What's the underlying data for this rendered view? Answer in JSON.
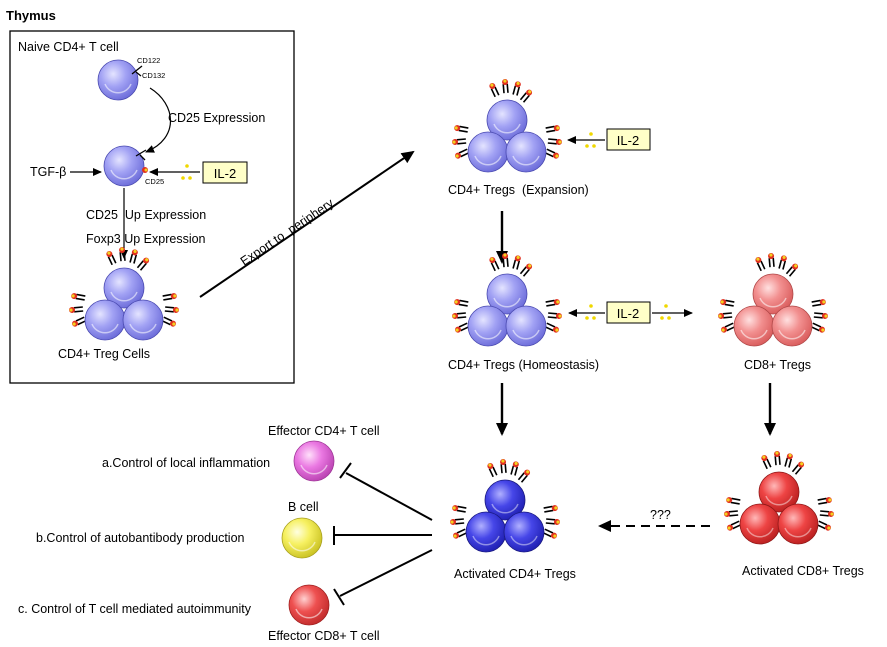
{
  "title": "Thymus",
  "thymus_box": {
    "naive_label": "Naive CD4+ T cell",
    "cd122": "CD122",
    "cd132": "CD132",
    "cd25_expression": "CD25 Expression",
    "tgf_beta": "TGF-β",
    "cd25": "CD25",
    "il2": "IL-2",
    "cd25_up": "CD25  Up Expression",
    "foxp3_up": "Foxp3 Up Expression",
    "treg_cells": "CD4+ Treg Cells"
  },
  "export_label": "Export to  periphery",
  "periphery": {
    "expansion_label": "CD4+ Tregs  (Expansion)",
    "il2_top": "IL-2",
    "homeostasis_label": "CD4+ Tregs (Homeostasis)",
    "il2_mid": "IL-2",
    "cd8_tregs": "CD8+ Tregs",
    "activated_cd4": "Activated CD4+ Tregs",
    "activated_cd8": "Activated CD8+ Tregs",
    "unknown": "???"
  },
  "targets": {
    "effector_cd4": "Effector CD4+ T cell",
    "b_cell": "B cell",
    "effector_cd8": "Effector CD8+ T cell",
    "control_a": "a.Control of local inflammation",
    "control_b": "b.Control of autobantibody production",
    "control_c": "c. Control of T cell mediated autoimmunity"
  },
  "colors": {
    "treg_blue": "#9a9af0",
    "activated_blue": "#3a3ae0",
    "cd8_pink": "#f08a8a",
    "activated_red": "#ee4040",
    "magenta": "#e86ee0",
    "yellow": "#f3ef55",
    "red": "#ec4a4a",
    "il2_box": "#ffffc8"
  }
}
